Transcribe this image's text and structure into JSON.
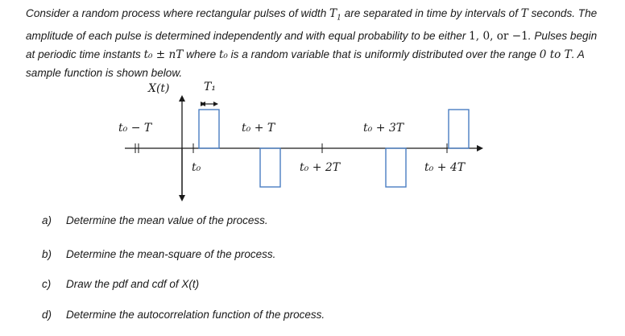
{
  "problem": {
    "text_part1": "Consider a random process where rectangular pulses of width ",
    "T1": "T",
    "T1_sub": "1",
    "text_part2": " are separated in time by intervals of ",
    "T": "T",
    "text_part3": " seconds. The amplitude of each pulse is determined independently and with equal probability to be either ",
    "amplitudes": "1, 0, or −1",
    "text_part4": ". Pulses begin at periodic time instants ",
    "instants": "t₀ ± nT",
    "text_part5": " where ",
    "t0": "t₀",
    "text_part6": " is a random variable that is uniformly distributed over the range ",
    "range": "0 to T",
    "text_part7": ". A sample function is shown below."
  },
  "figure": {
    "y_axis_label": "X(t)",
    "pulse_width_label": "T₁",
    "tick_labels": {
      "t0_minus_T": "t₀ − T",
      "t0": "t₀",
      "t0_plus_T": "t₀ + T",
      "t0_plus_2T": "t₀ + 2T",
      "t0_plus_3T": "t₀ + 3T",
      "t0_plus_4T": "t₀ + 4T"
    },
    "pulse_amplitudes": [
      1,
      -1,
      0,
      -1,
      1
    ]
  },
  "questions": [
    {
      "letter": "a)",
      "text": "Determine the mean value of the process."
    },
    {
      "letter": "b)",
      "text": "Determine the mean-square of the process."
    },
    {
      "letter": "c)",
      "text": "Draw the pdf and cdf of X(t)"
    },
    {
      "letter": "d)",
      "text": "Determine the autocorrelation function of the process."
    }
  ]
}
